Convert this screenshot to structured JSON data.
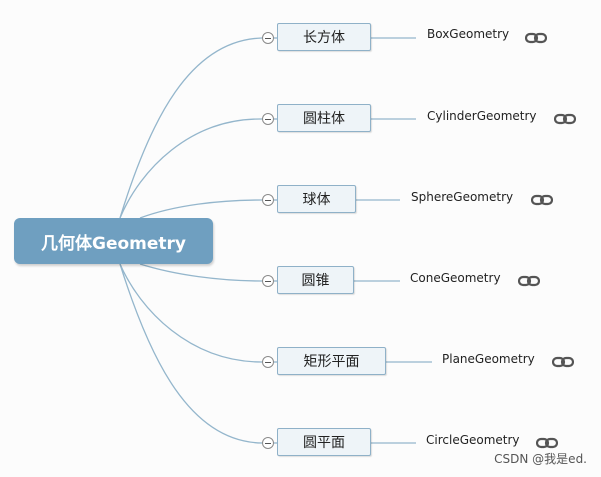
{
  "root": {
    "label": "几何体Geometry"
  },
  "branches": [
    {
      "label": "长方体",
      "leaf": "BoxGeometry",
      "leaf_icon": "link-icon"
    },
    {
      "label": "圆柱体",
      "leaf": "CylinderGeometry",
      "leaf_icon": "link-icon"
    },
    {
      "label": "球体",
      "leaf": "SphereGeometry",
      "leaf_icon": "link-icon"
    },
    {
      "label": "圆锥",
      "leaf": "ConeGeometry",
      "leaf_icon": "link-icon"
    },
    {
      "label": "矩形平面",
      "leaf": "PlaneGeometry",
      "leaf_icon": "link-icon"
    },
    {
      "label": "圆平面",
      "leaf": "CircleGeometry",
      "leaf_icon": "link-icon"
    }
  ],
  "watermark": "CSDN @我是ed.",
  "colors": {
    "root_fill": "#6f9fc0",
    "node_fill": "#eef4f8",
    "node_border": "#8fb1c8",
    "connector": "#94b6cc"
  }
}
